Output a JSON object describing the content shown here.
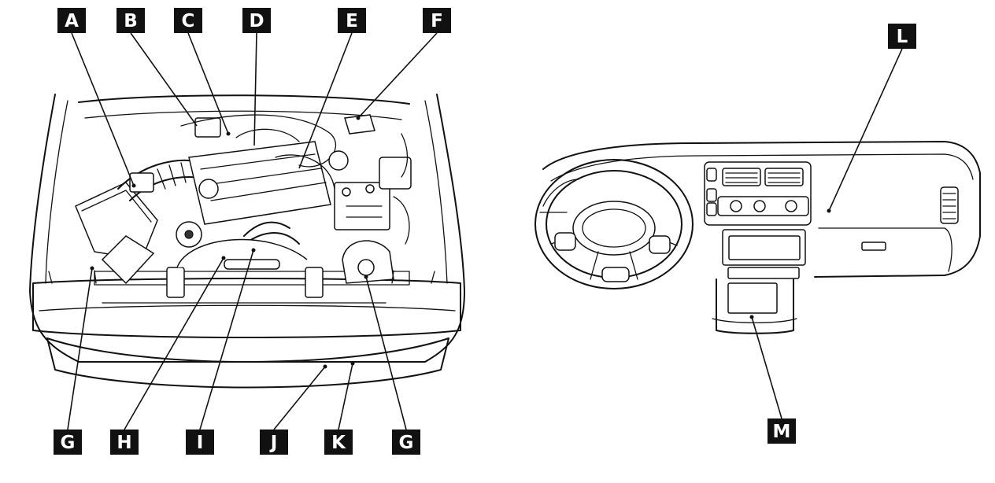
{
  "engine_bay_callouts": {
    "a": "A",
    "b": "B",
    "c": "C",
    "d": "D",
    "e": "E",
    "f": "F",
    "g_left": "G",
    "h": "H",
    "i": "I",
    "j": "J",
    "k": "K",
    "g_right": "G"
  },
  "dashboard_callouts": {
    "l": "L",
    "m": "M"
  }
}
